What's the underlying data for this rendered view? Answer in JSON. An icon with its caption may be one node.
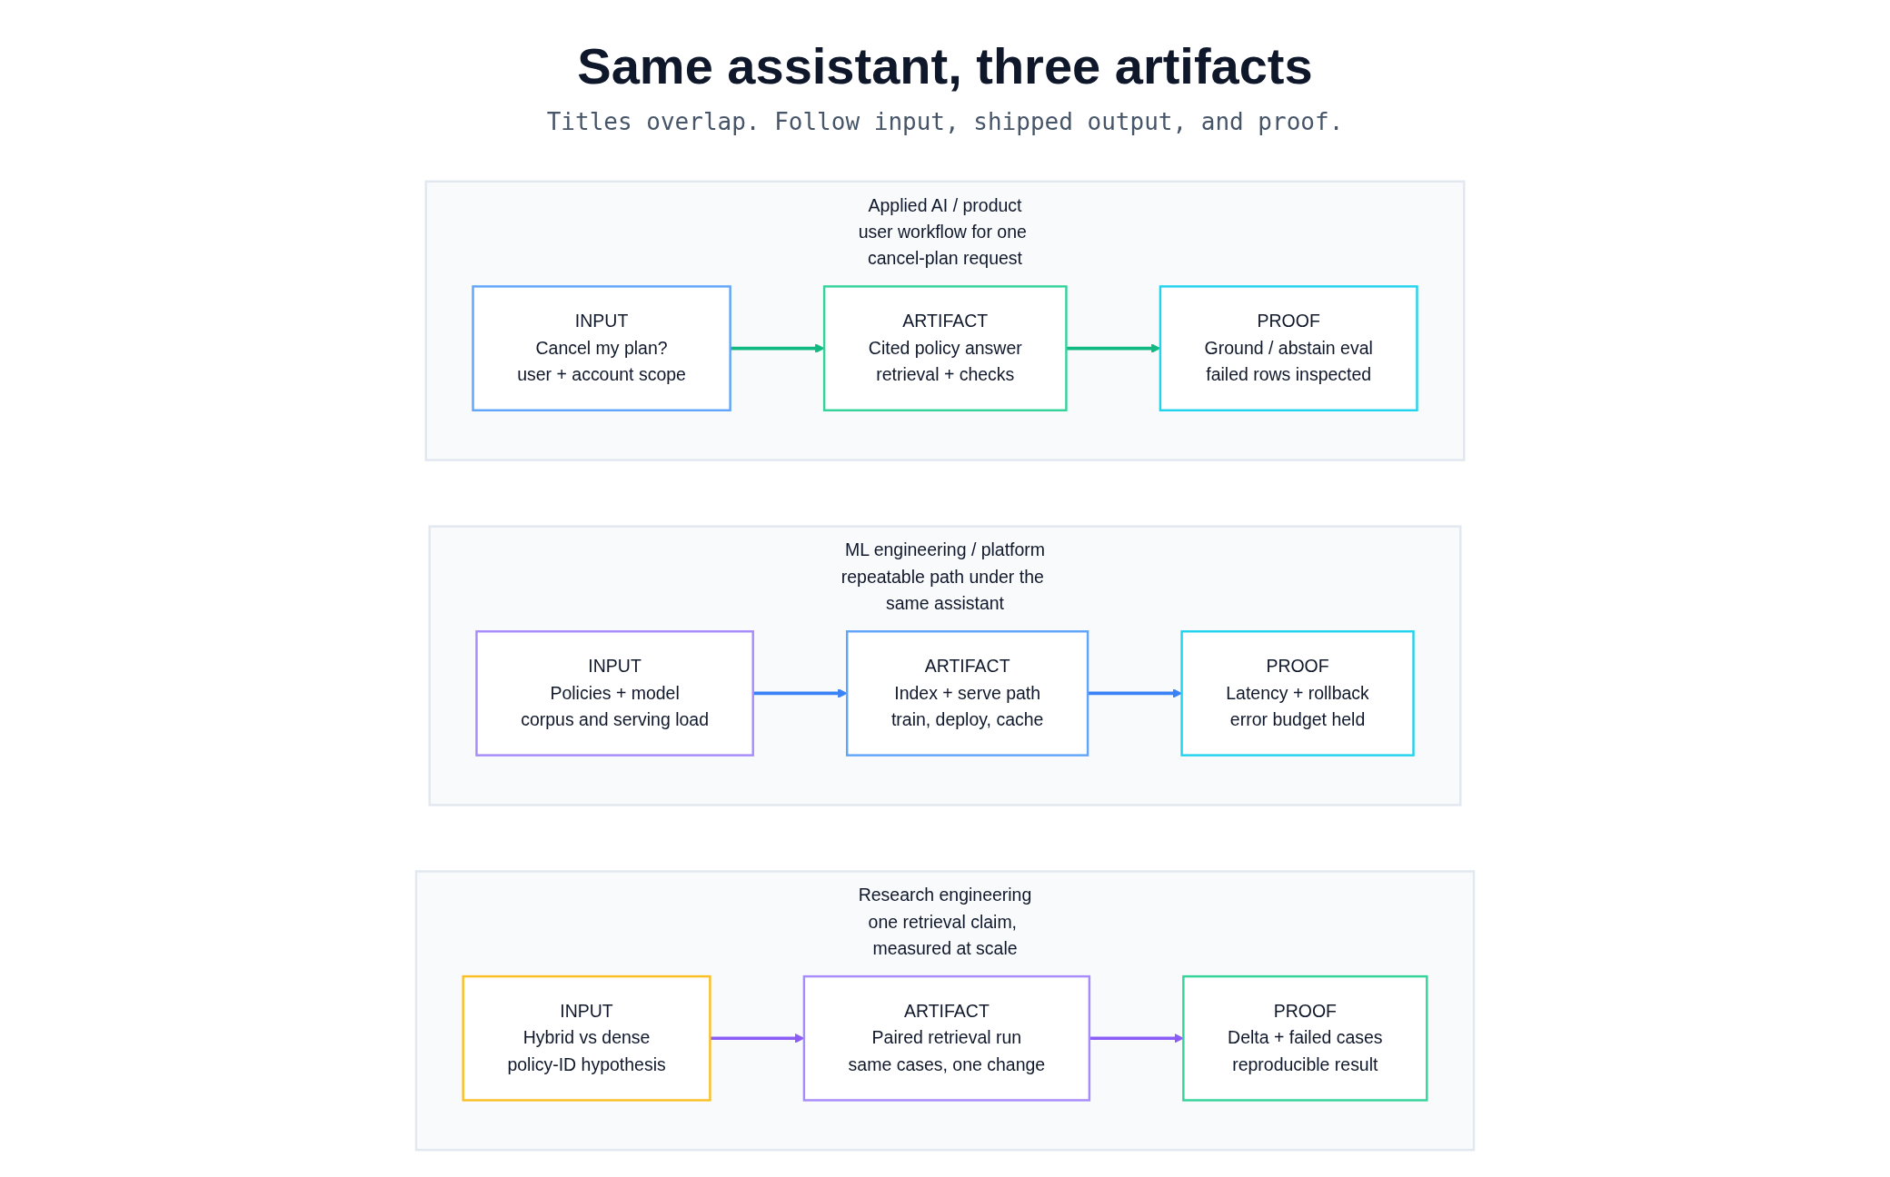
{
  "diagram": {
    "title": "Same assistant, three artifacts",
    "caption": "Titles overlap. Follow input, shipped output, and proof.",
    "nodes": [
      {
        "text": [
          "Applied AI / product",
          "user workflow for one cancel-plan request"
        ]
      },
      {
        "text": [
          "INPUT",
          "Cancel my plan?",
          "user + account scope"
        ],
        "in": 0
      },
      {
        "text": [
          "ARTIFACT",
          "Cited policy answer",
          "retrieval + checks"
        ],
        "in": 0
      },
      {
        "text": [
          "PROOF",
          "Ground / abstain eval",
          "failed rows inspected"
        ],
        "in": 0
      },
      {
        "text": [
          "ML engineering / platform",
          "repeatable path under the same assistant"
        ]
      },
      {
        "text": [
          "INPUT",
          "Policies + model",
          "corpus and serving load"
        ],
        "in": 4
      },
      {
        "text": [
          "ARTIFACT",
          "Index + serve path",
          "train, deploy, cache"
        ],
        "in": 4
      },
      {
        "text": [
          "PROOF",
          "Latency + rollback",
          "error budget held"
        ],
        "in": 4
      },
      {
        "text": [
          "Research engineering",
          "one retrieval claim, measured at scale"
        ]
      },
      {
        "text": [
          "INPUT",
          "Hybrid vs dense",
          "policy-ID hypothesis"
        ],
        "in": 8
      },
      {
        "text": [
          "ARTIFACT",
          "Paired retrieval run",
          "same cases, one change"
        ],
        "in": 8
      },
      {
        "text": [
          "PROOF",
          "Delta + failed cases",
          "reproducible result"
        ],
        "in": 8
      }
    ],
    "edges": [
      {
        "from": 1,
        "to": 2,
        "arrow": "to",
        "color": "#10b981"
      },
      {
        "from": 2,
        "to": 3,
        "arrow": "to",
        "color": "#10b981"
      },
      {
        "from": 5,
        "to": 6,
        "arrow": "to",
        "color": "#3b82f6"
      },
      {
        "from": 6,
        "to": 7,
        "arrow": "to",
        "color": "#3b82f6"
      },
      {
        "from": 9,
        "to": 10,
        "arrow": "to",
        "color": "#8b5cf6"
      },
      {
        "from": 10,
        "to": 11,
        "arrow": "to",
        "color": "#8b5cf6"
      }
    ]
  }
}
